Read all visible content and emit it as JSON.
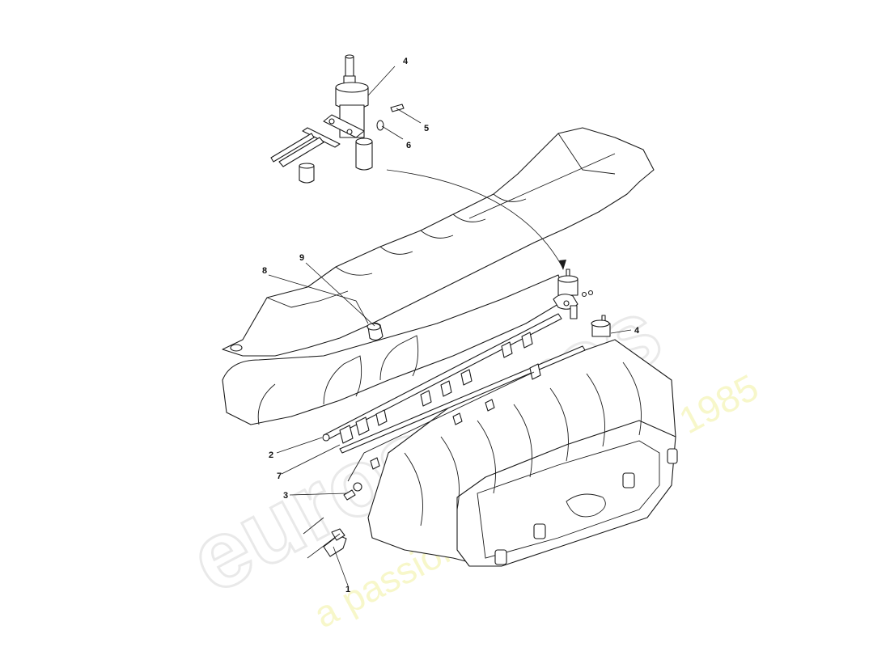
{
  "watermark": {
    "brand": "eurospares",
    "tagline": "a passion for parts since 1985"
  },
  "callouts": [
    {
      "id": "1",
      "label": "1"
    },
    {
      "id": "2",
      "label": "2"
    },
    {
      "id": "3",
      "label": "3"
    },
    {
      "id": "4a",
      "label": "4"
    },
    {
      "id": "4b",
      "label": "4"
    },
    {
      "id": "5",
      "label": "5"
    },
    {
      "id": "6",
      "label": "6"
    },
    {
      "id": "7",
      "label": "7"
    },
    {
      "id": "8",
      "label": "8"
    },
    {
      "id": "9",
      "label": "9"
    }
  ]
}
